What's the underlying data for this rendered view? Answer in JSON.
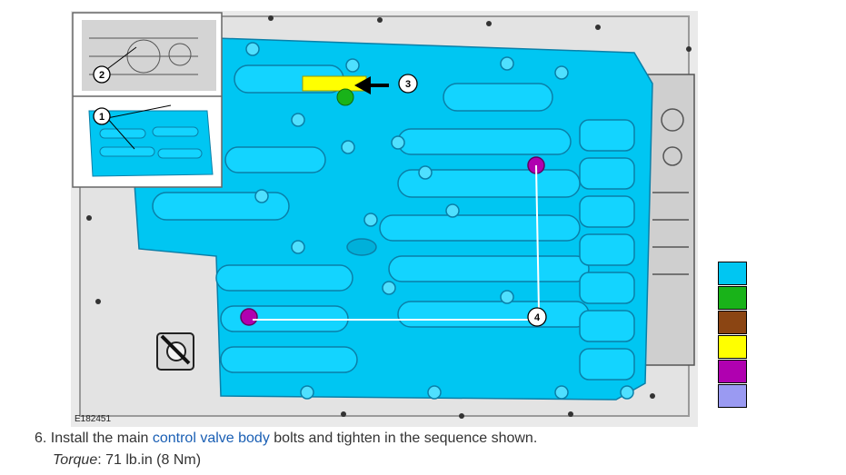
{
  "figure": {
    "id": "E182451",
    "callouts": [
      "1",
      "2",
      "3",
      "4"
    ]
  },
  "step": {
    "number": "6.",
    "text_before": "Install the main",
    "link": "control valve body",
    "text_after": "bolts and tighten in the sequence shown."
  },
  "torque": {
    "label": "Torque",
    "value": ": 71 lb.in (8 Nm)"
  },
  "legend": {
    "colors": [
      "#00c6f2",
      "#19b319",
      "#8b4513",
      "#ffff00",
      "#b000b0",
      "#9a9af2"
    ]
  }
}
